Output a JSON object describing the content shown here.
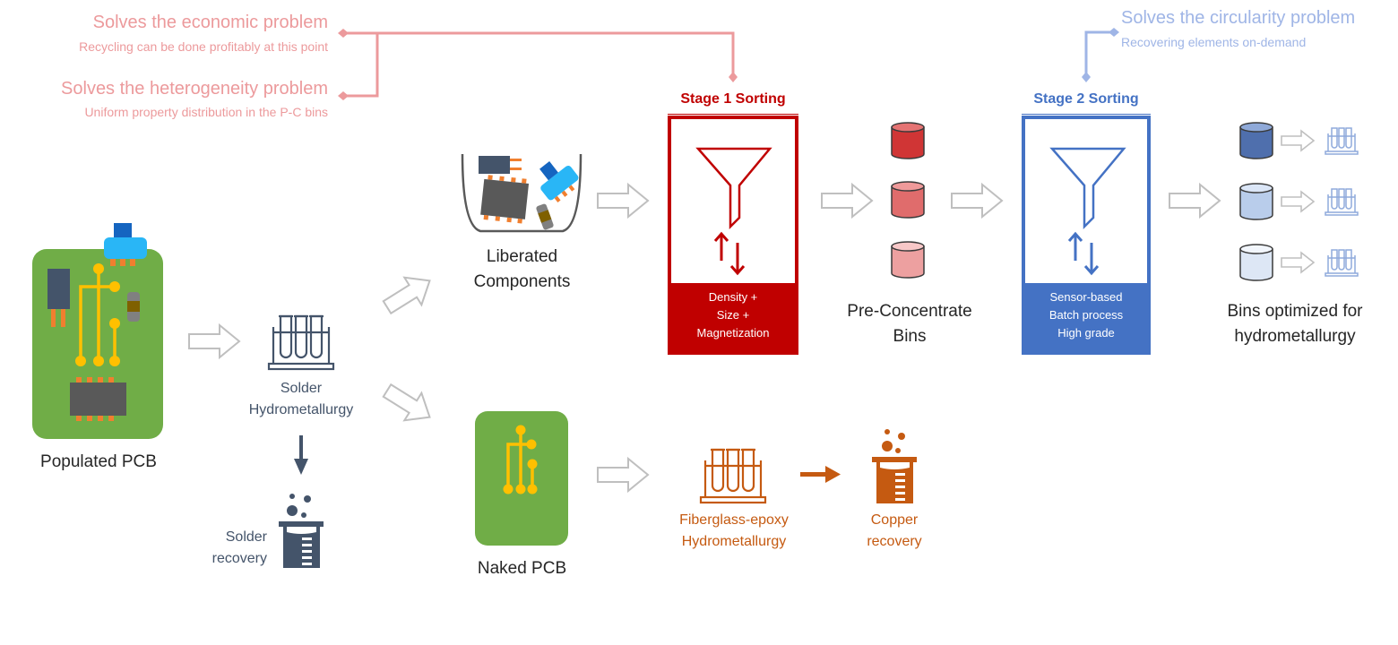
{
  "annotations": {
    "economic": {
      "title": "Solves the economic problem",
      "subtitle": "Recycling can be done profitably at this point"
    },
    "heterogeneity": {
      "title": "Solves the heterogeneity problem",
      "subtitle": "Uniform property distribution in the P-C bins"
    },
    "circularity": {
      "title": "Solves the circularity problem",
      "subtitle": "Recovering elements on-demand"
    }
  },
  "nodes": {
    "populated_pcb": {
      "label": "Populated PCB"
    },
    "solder_hydro": {
      "line1": "Solder",
      "line2": "Hydrometallurgy"
    },
    "solder_recovery": {
      "line1": "Solder",
      "line2": "recovery"
    },
    "liberated": {
      "line1": "Liberated",
      "line2": "Components"
    },
    "naked_pcb": {
      "label": "Naked PCB"
    },
    "fiberglass_hydro": {
      "line1": "Fiberglass-epoxy",
      "line2": "Hydrometallurgy"
    },
    "copper_recovery": {
      "line1": "Copper",
      "line2": "recovery"
    },
    "preconcentrate": {
      "line1": "Pre-Concentrate",
      "line2": "Bins"
    },
    "optimized": {
      "line1": "Bins optimized for",
      "line2": "hydrometallurgy"
    }
  },
  "stage1": {
    "title": "Stage 1 Sorting",
    "criteria": [
      "Density +",
      "Size +",
      "Magnetization"
    ],
    "color": "#c00000"
  },
  "stage2": {
    "title": "Stage 2 Sorting",
    "criteria": [
      "Sensor-based",
      "Batch process",
      "High grade"
    ],
    "color": "#4472c4"
  },
  "colors": {
    "red_annotation": "#ec9a9c",
    "blue_annotation": "#9fb5e6",
    "slate": "#44546a",
    "orange": "#c55a11",
    "pcb_green": "#70ad47",
    "trace_yellow": "#ffc000",
    "arrow_outline": "#bfbfbf",
    "red_bins": [
      "#d03535",
      "#e06c6c",
      "#eda0a0"
    ],
    "blue_bins": [
      "#4f6fad",
      "#b9cdeb",
      "#dde7f5"
    ]
  }
}
